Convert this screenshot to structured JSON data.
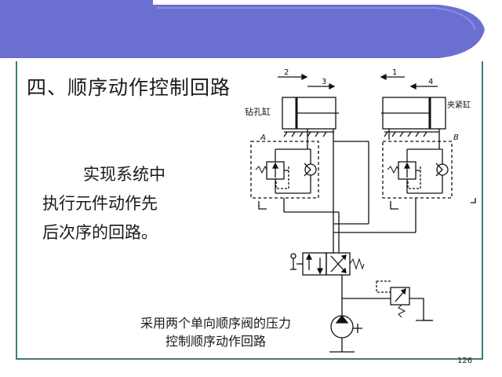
{
  "slide": {
    "title": "四、顺序动作控制回路",
    "body_lines": [
      "实现系统中",
      "执行元件动作先",
      "后次序的回路。"
    ],
    "caption_lines": [
      "采用两个单向顺序阀的压力",
      "控制顺序动作回路"
    ],
    "page_number": "126"
  },
  "diagram": {
    "drill_cylinder_label": "钻孔缸",
    "clamp_cylinder_label": "夹紧缸",
    "valve_a_label": "A",
    "valve_b_label": "B",
    "arrow_1": "1",
    "arrow_2": "2",
    "arrow_3": "3",
    "arrow_4": "4"
  },
  "colors": {
    "banner": "#6b6fd0",
    "frame": "#3c7d7a",
    "line": "#111111"
  }
}
